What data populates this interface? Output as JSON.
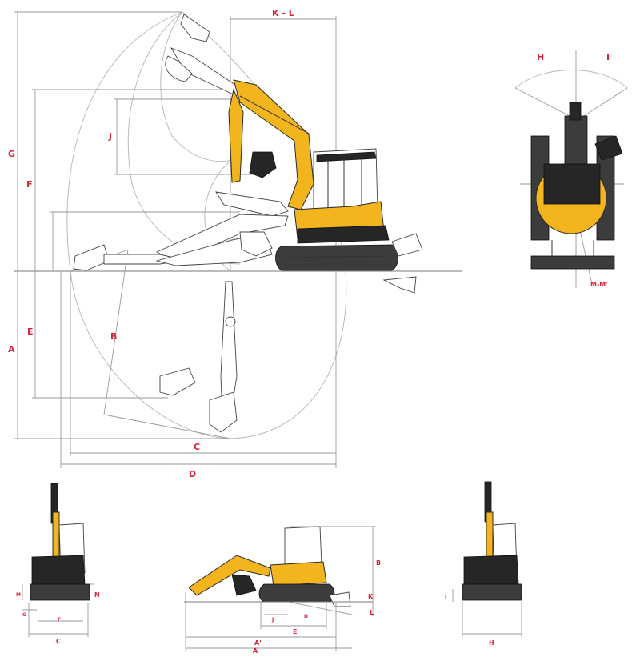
{
  "diagram": {
    "side_view_labels": {
      "K_L": "K - L",
      "G": "G",
      "F": "F",
      "J": "J",
      "A": "A",
      "E": "E",
      "B": "B",
      "C": "C",
      "D": "D"
    },
    "top_view_labels": {
      "H": "H",
      "I": "I",
      "M_M": "M-M'"
    },
    "front_view_labels": {
      "M": "M",
      "N": "N",
      "G": "G",
      "F": "F",
      "C": "C"
    },
    "side_small_labels": {
      "B": "B",
      "K": "K",
      "J": "J",
      "D": "D",
      "L": "L",
      "E": "E",
      "A_prime": "A'",
      "A": "A"
    },
    "rear_view_labels": {
      "I": "I",
      "H": "H"
    },
    "colors": {
      "label": "#d5263a",
      "machine_yellow": "#f2b51d",
      "machine_dark": "#262626",
      "dimension_line": "#9a9a9a"
    }
  }
}
